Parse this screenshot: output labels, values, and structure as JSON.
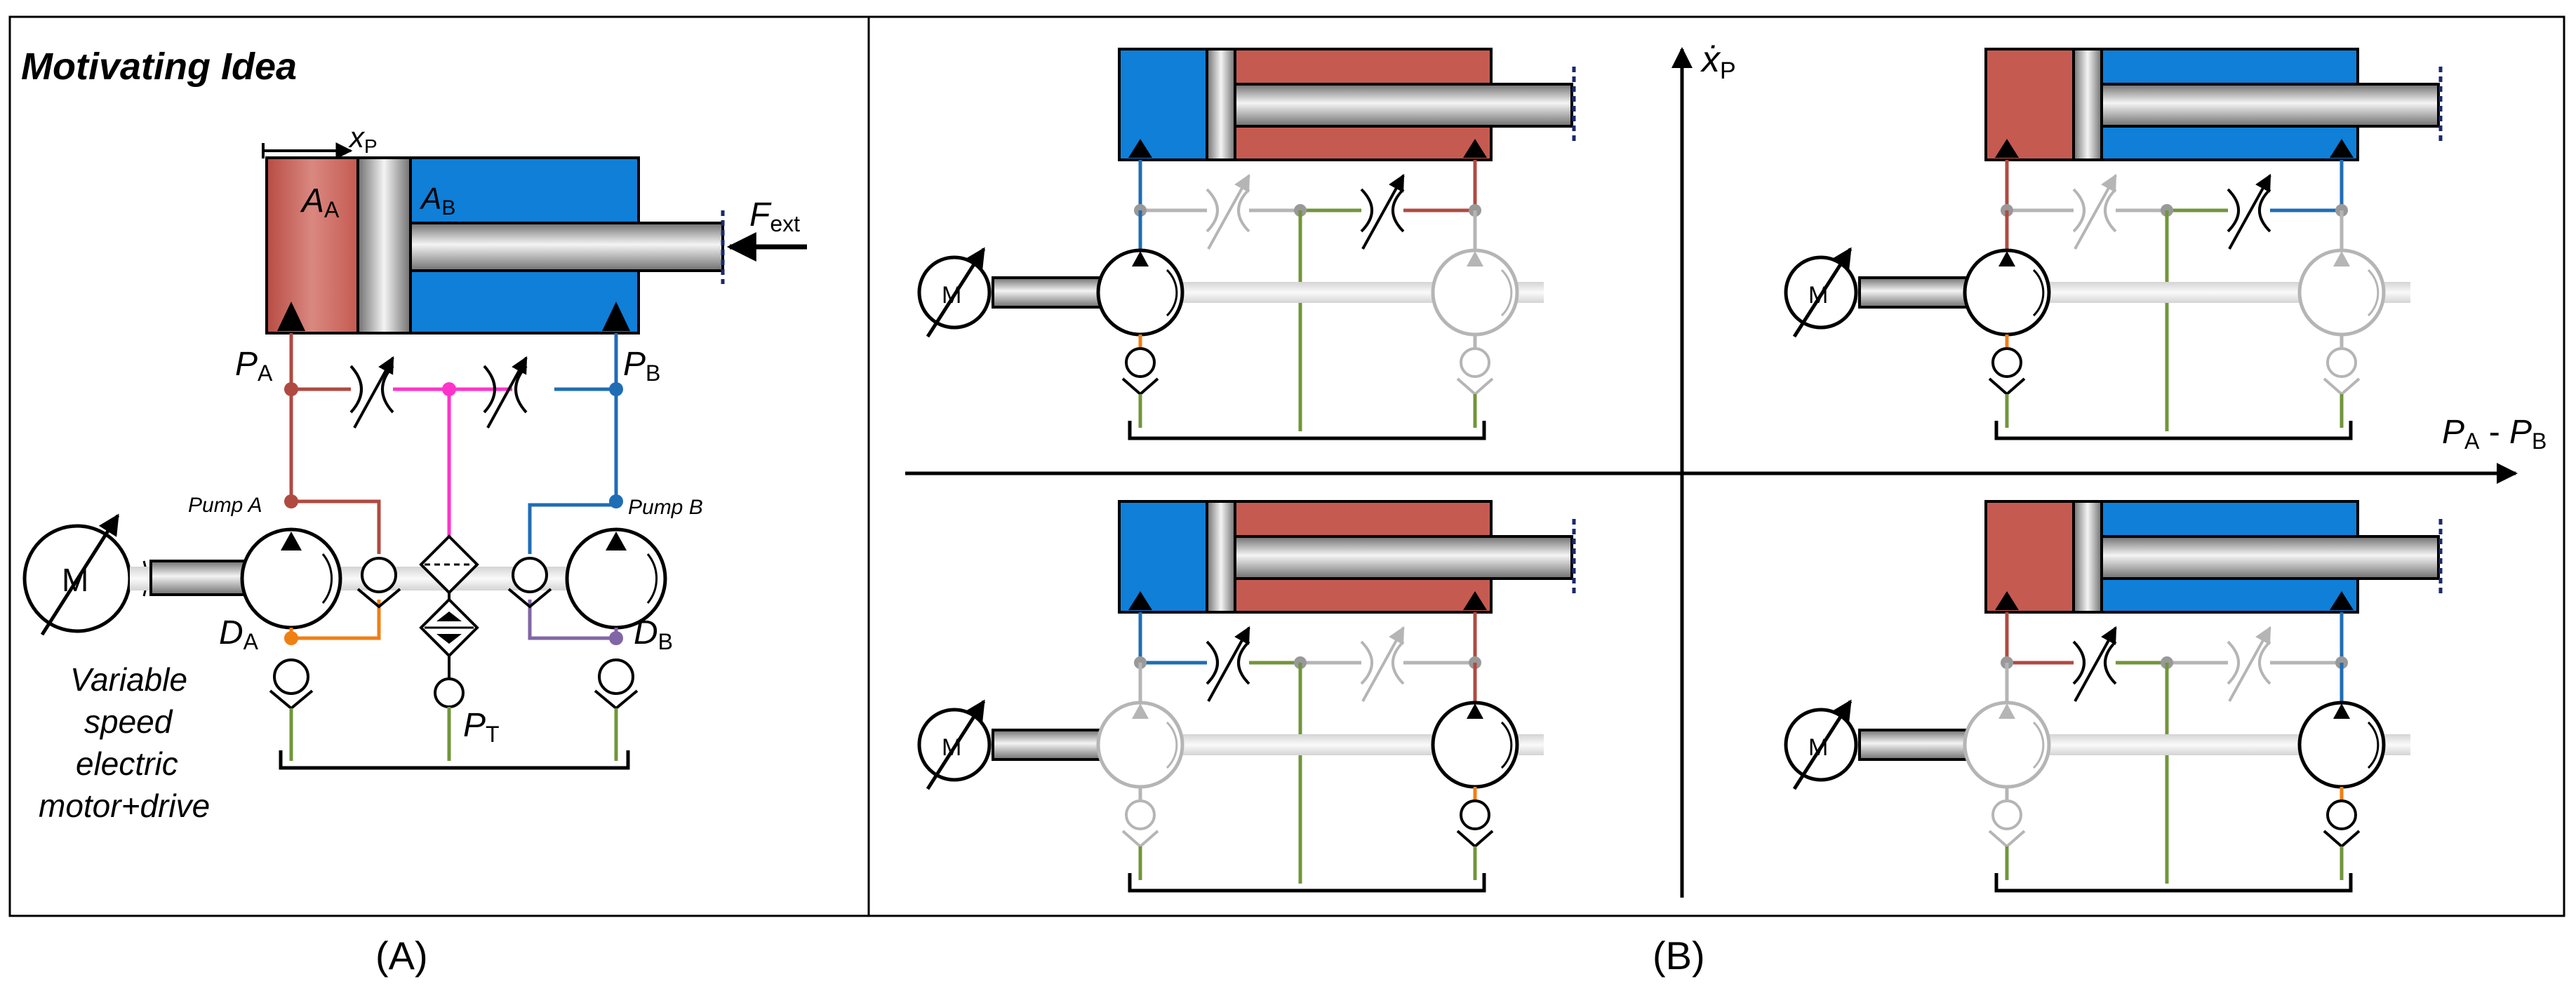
{
  "panel_a": {
    "title": "Motivating Idea",
    "labels": {
      "x_p": "x",
      "x_p_sub": "P",
      "area_a": "A",
      "area_a_sub": "A",
      "area_b": "A",
      "area_b_sub": "B",
      "f_ext": "F",
      "f_ext_sub": "ext",
      "p_a": "P",
      "p_a_sub": "A",
      "p_b": "P",
      "p_b_sub": "B",
      "pump_a": "Pump A",
      "pump_b": "Pump B",
      "motor": "M",
      "d_a": "D",
      "d_a_sub": "A",
      "d_b": "D",
      "d_b_sub": "B",
      "p_t": "P",
      "p_t_sub": "T"
    },
    "motor_desc": [
      "Variable",
      "speed",
      "electric",
      "motor+drive"
    ],
    "caption": "(A)"
  },
  "panel_b": {
    "y_axis": "ẋ",
    "y_axis_sub": "P",
    "x_axis_a": "P",
    "x_axis_a_sub": "A",
    "x_axis_dash": " - ",
    "x_axis_b": "P",
    "x_axis_b_sub": "B",
    "motor": "M",
    "caption": "(B)"
  },
  "colors": {
    "chamber_red": "#c55a51",
    "chamber_blue": "#0f7fd8",
    "line_red": "#b04a40",
    "line_blue": "#1f6db5",
    "line_magenta": "#ff33cc",
    "line_orange": "#f07f12",
    "line_purple": "#8066a6",
    "line_green": "#70963a",
    "inactive_gray": "#b5b5b5",
    "node_gray": "#999999",
    "dashed_navy": "#1a2a6a"
  }
}
